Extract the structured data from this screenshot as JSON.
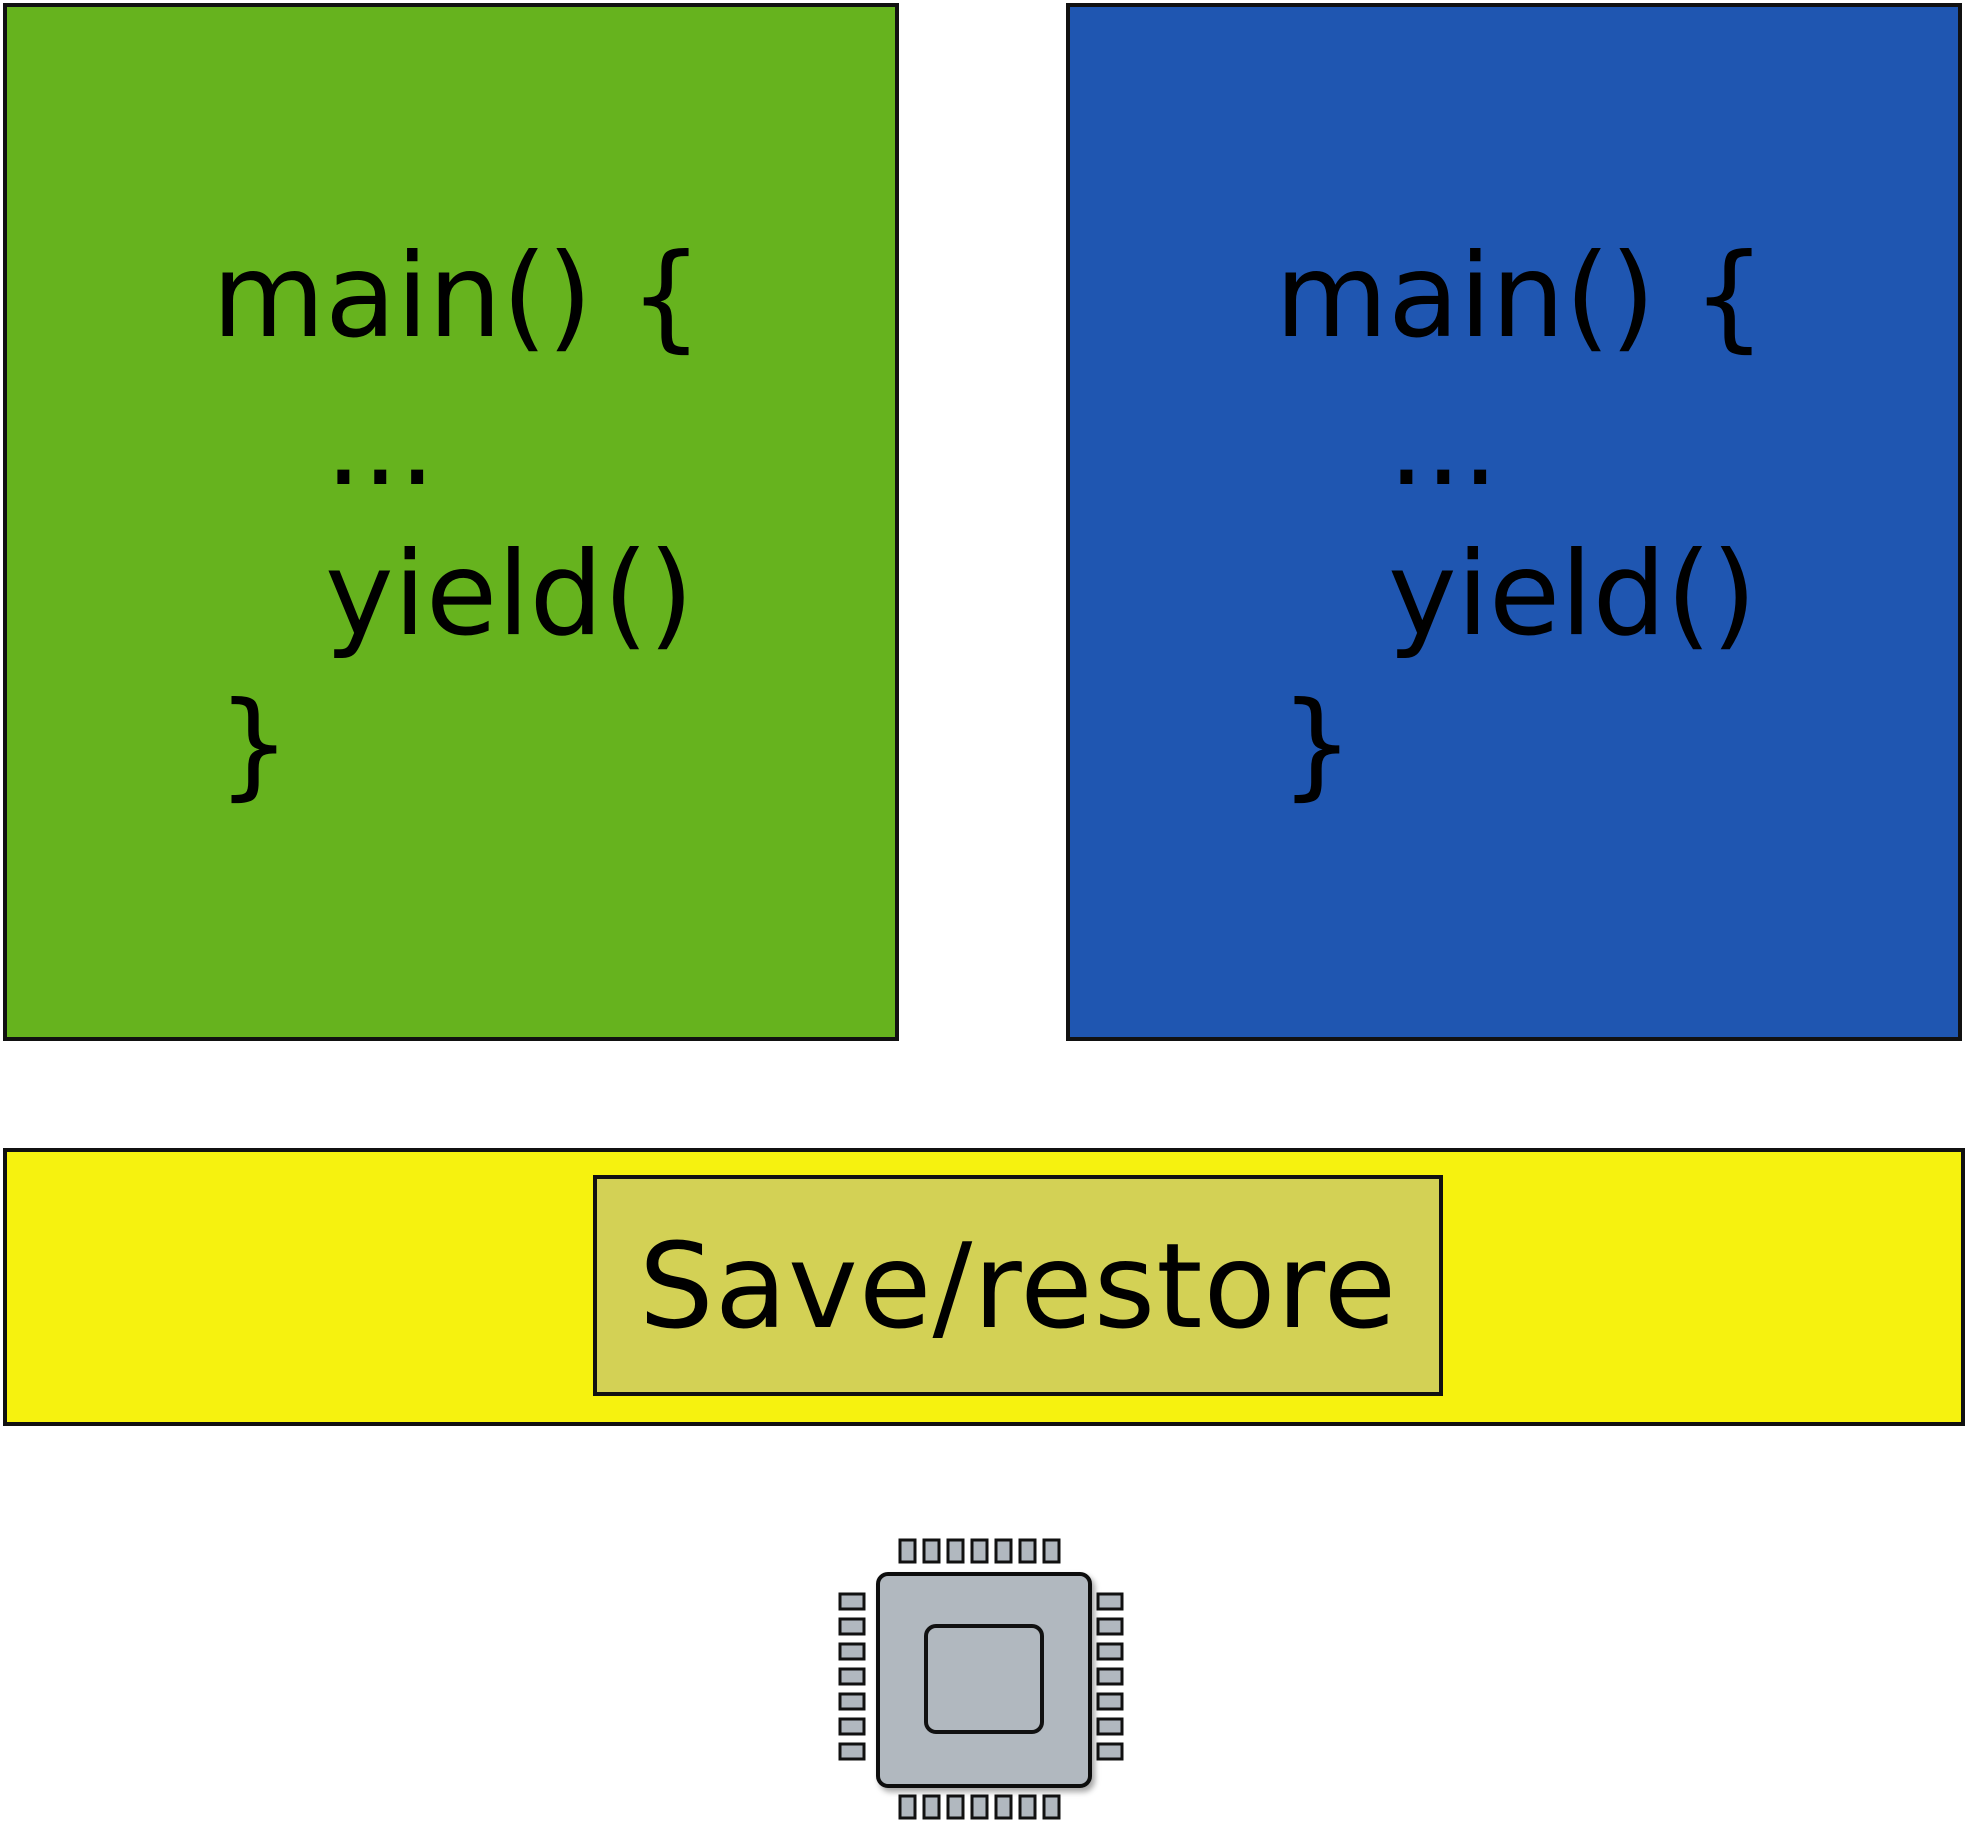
{
  "diagram": {
    "programs": [
      {
        "color": "#66b31e",
        "lines": [
          "main() {",
          "...",
          "yield()",
          "}"
        ]
      },
      {
        "color": "#1f56b1",
        "lines": [
          "main() {",
          "...",
          "yield()",
          "}"
        ]
      }
    ],
    "runtime": {
      "bar_color": "#f6f20f",
      "label": "Save/restore",
      "label_box_color": "#d3d155"
    },
    "cpu": {
      "icon": "cpu-chip-icon",
      "body_color": "#b1b8bf",
      "outline_color": "#111111"
    }
  }
}
